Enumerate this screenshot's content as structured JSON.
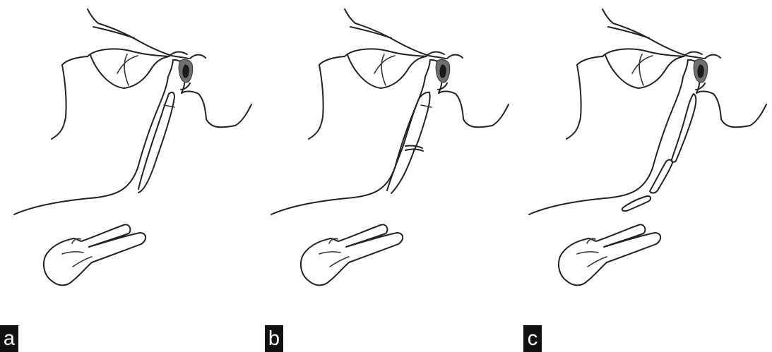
{
  "labels": {
    "a": "a",
    "b": "b",
    "c": "c"
  }
}
